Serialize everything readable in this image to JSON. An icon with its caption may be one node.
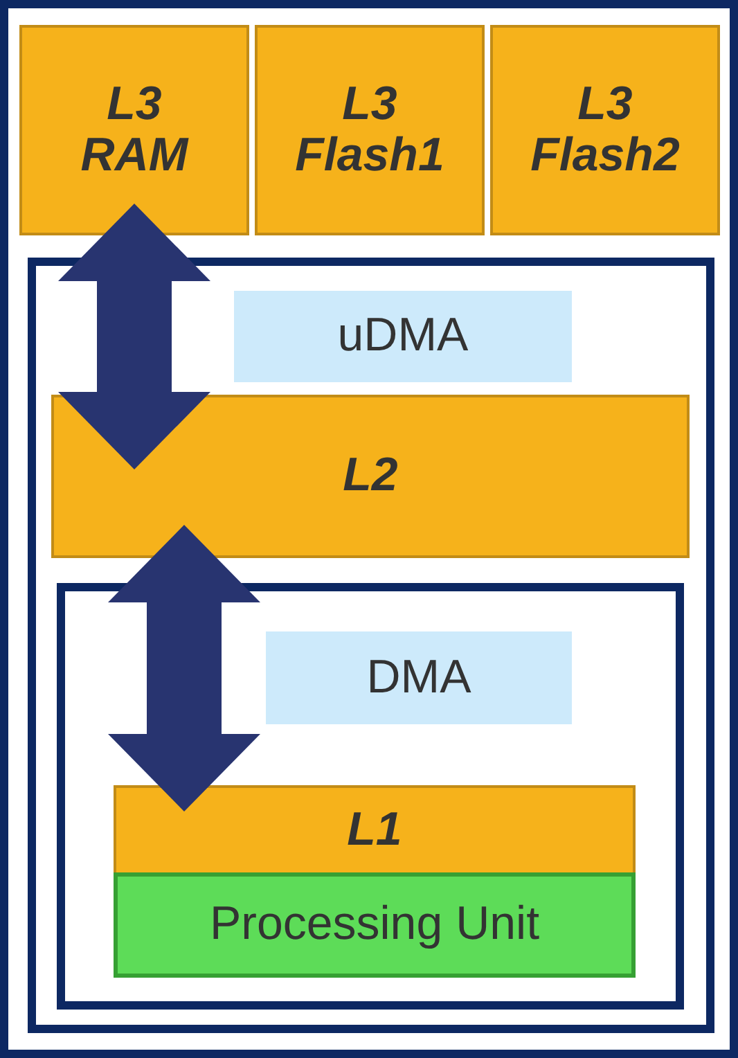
{
  "diagram": {
    "nodes": [
      {
        "text": [],
        "shape": "box"
      },
      {
        "text": [
          "L3 RAM"
        ],
        "in": 0
      },
      {
        "text": [
          "L3 Flash1"
        ],
        "in": 0
      },
      {
        "text": [
          "L3 Flash2"
        ],
        "in": 0
      },
      {
        "text": [],
        "shape": "box",
        "in": 0
      },
      {
        "text": [
          "uDMA"
        ],
        "in": 4
      },
      {
        "text": [
          "L2"
        ],
        "in": 4
      },
      {
        "text": [],
        "shape": "box",
        "in": 4
      },
      {
        "text": [
          "DMA"
        ],
        "in": 7
      },
      {
        "text": [
          "L1"
        ],
        "in": 7
      },
      {
        "text": [
          "Processing Unit"
        ],
        "in": 7
      }
    ],
    "edges": [
      {
        "from": 1,
        "to": 6,
        "arrow": "both"
      },
      {
        "from": 6,
        "to": 9,
        "arrow": "both"
      }
    ]
  }
}
